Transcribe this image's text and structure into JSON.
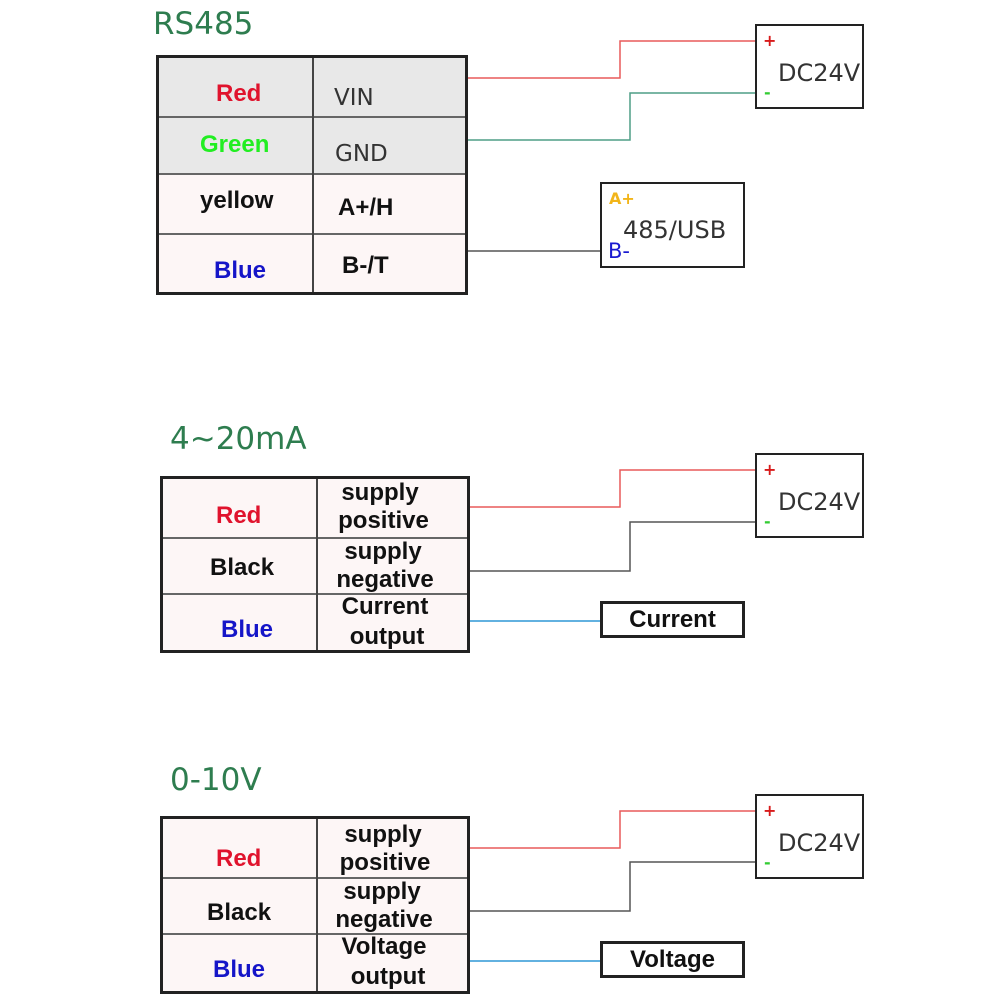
{
  "colors": {
    "title": "#2e7d4f",
    "red_label": "#e0132d",
    "green_label": "#22ee22",
    "blue_label": "#1515c8",
    "black_label": "#111111",
    "wire_red": "#e85a5a",
    "wire_green": "#4f9d86",
    "wire_gray": "#555555",
    "wire_blue": "#2f97d6",
    "sign_plus": "#d81b1b",
    "sign_minus": "#33cc33",
    "a_plus": "#f2b51a",
    "b_minus": "#1a1ad0"
  },
  "section1": {
    "title": "RS485",
    "rows": [
      {
        "color": "Red",
        "pin": "VIN"
      },
      {
        "color": "Green",
        "pin": "GND"
      },
      {
        "color": "yellow",
        "pin": "A+/H"
      },
      {
        "color": "Blue",
        "pin": "B-/T"
      }
    ],
    "power": {
      "label": "DC24V",
      "plus": "+",
      "minus": "-"
    },
    "converter": {
      "label": "485/USB",
      "a": "A+",
      "b": "B-"
    }
  },
  "section2": {
    "title": "4~20mA",
    "rows": [
      {
        "color": "Red",
        "fn1": "supply",
        "fn2": "positive"
      },
      {
        "color": "Black",
        "fn1": "supply",
        "fn2": "negative"
      },
      {
        "color": "Blue",
        "fn1": "Current",
        "fn2": "output"
      }
    ],
    "power": {
      "label": "DC24V",
      "plus": "+",
      "minus": "-"
    },
    "output": "Current"
  },
  "section3": {
    "title": "0-10V",
    "rows": [
      {
        "color": "Red",
        "fn1": "supply",
        "fn2": "positive"
      },
      {
        "color": "Black",
        "fn1": "supply",
        "fn2": "negative"
      },
      {
        "color": "Blue",
        "fn1": "Voltage",
        "fn2": "output"
      }
    ],
    "power": {
      "label": "DC24V",
      "plus": "+",
      "minus": "-"
    },
    "output": "Voltage"
  }
}
